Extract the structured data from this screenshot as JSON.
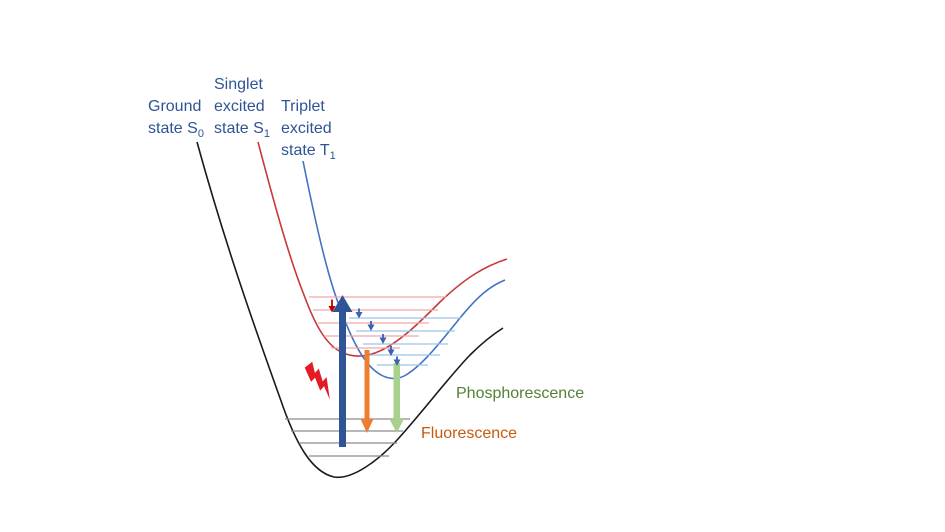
{
  "labels": {
    "ground_state": {
      "line1": "Ground",
      "line2": "state S",
      "subscript": "0"
    },
    "singlet_state": {
      "line1": "Singlet",
      "line2": "excited",
      "line3": "state S",
      "subscript": "1"
    },
    "triplet_state": {
      "line1": "Triplet",
      "line2": "excited",
      "line3": "state T",
      "subscript": "1"
    }
  },
  "annotations": {
    "phosphorescence": "Phosphorescence",
    "fluorescence": "Fluorescence"
  },
  "icons": {
    "excitation": "lightning-bolt"
  },
  "colors": {
    "label_text": "#2F5496",
    "s0_curve": "#1A1A1A",
    "s1_curve": "#C9393C",
    "t1_curve": "#4472C4",
    "s0_levels": "#8C8C8C",
    "s1_levels": "#EFA6A9",
    "t1_levels": "#9DC3E6",
    "absorption_arrow": "#2F5597",
    "fluorescence_arrow": "#ED7D31",
    "phosphorescence_arrow": "#A9D18E",
    "vibrational_arrow_red": "#C00000",
    "isc_arrow_blue": "#3A62B0",
    "lightning": "#E31B23",
    "phosphorescence_text": "#538135",
    "fluorescence_text": "#C55A11"
  }
}
